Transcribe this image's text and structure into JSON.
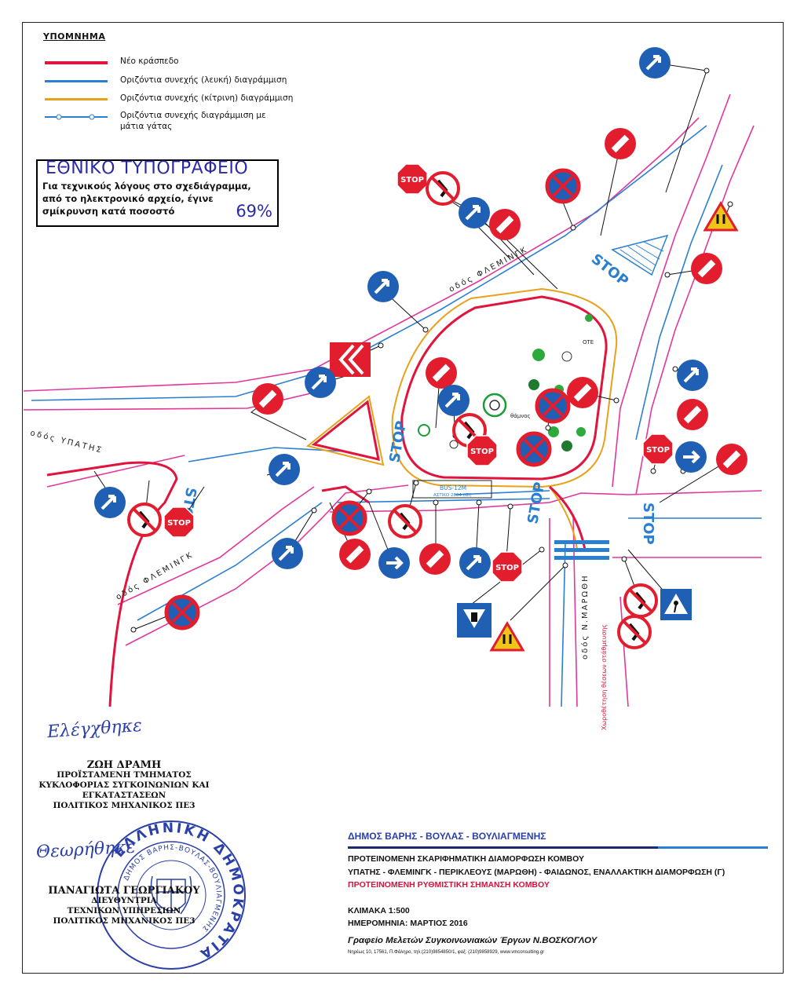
{
  "legend": {
    "title": "ΥΠΟΜΝΗΜΑ",
    "items": [
      {
        "label": "Νέο κράσπεδο",
        "color": "#e0143c"
      },
      {
        "label": "Οριζόντια συνεχής (λευκή) διαγράμμιση",
        "color": "#2b7fd0"
      },
      {
        "label": "Οριζόντια συνεχής (κίτρινη) διαγράμμιση",
        "color": "#e8a21a"
      },
      {
        "label": "Οριζόντια συνεχής διαγράμμιση με",
        "label2": "μάτια γάτας",
        "color": "#2b7fd0"
      }
    ]
  },
  "notice": {
    "title": "ΕΘΝΙΚΟ ΤΥΠΟΓΡΑΦΕΙΟ",
    "line1": "Για τεχνικούς λόγους στο σχεδιάγραμμα,",
    "line2": "από το ηλεκτρονικό αρχείο, έγινε",
    "line3": "σμίκρυνση κατά ποσοστό",
    "percent": "69%"
  },
  "map": {
    "street_flemingk_top": "οδός ΦΛΕΜΙΝΓΚ",
    "street_ypatis": "οδός ΥΠΑΤΗΣ",
    "street_flemingk_bottom": "οδός ΦΛΕΜΙΝΓΚ",
    "street_marothi": "οδός Ν.ΜΑΡΩΘΗ",
    "bus_label": "BUS-12M",
    "bus_sub": "ΑΣΤΙΚΟ 2804 (ΙΣΙ)",
    "ote": "ΟΤΕ",
    "thamnos": "θάμνος",
    "parking_note": "Χωροθέτηση θέσεων στάθμευσης",
    "stop": "STOP",
    "colors": {
      "curb": "#e0143c",
      "white_line": "#2b7fd0",
      "yellow_line": "#e8a21a",
      "road_edge": "#e0389c",
      "sign_blue": "#1f5fb4",
      "sign_red": "#e11d2e"
    }
  },
  "approvals": {
    "sig1_script": "Ελέγχθηκε",
    "sig1_name": "ΖΩΗ ΔΡΑΜΗ",
    "sig1_line1": "ΠΡΟΪΣΤΑΜΕΝΗ ΤΜΗΜΑΤΟΣ",
    "sig1_line2": "ΚΥΚΛΟΦΟΡΙΑΣ ΣΥΓΚΟΙΝΩΝΙΩΝ ΚΑΙ",
    "sig1_line3": "ΕΓΚΑΤΑΣΤΑΣΕΩΝ",
    "sig1_line4": "ΠΟΛΙΤΙΚΟΣ ΜΗΧΑΝΙΚΟΣ ΠΕ3",
    "sig2_script": "Θεωρήθηκε",
    "sig2_name": "ΠΑΝΑΓΙΩΤΑ ΓΕΩΡΓΙΑΚΟΥ",
    "sig2_line1": "ΔΙΕΥΘΥΝΤΡΙΑ",
    "sig2_line2": "ΤΕΧΝΙΚΩΝ ΥΠΗΡΕΣΙΩΝ",
    "sig2_line3": "ΠΟΛΙΤΙΚΟΣ ΜΗΧΑΝΙΚΟΣ ΠΕ3",
    "seal_outer": "ΕΛΛΗΝΙΚΗ ΔΗΜΟΚΡΑΤΙΑ",
    "seal_inner": "ΔΗΜΟΣ ΒΑΡΗΣ-ΒΟΥΛΑΣ-ΒΟΥΛΙΑΓΜΕΝΗΣ"
  },
  "titleblock": {
    "municipality": "ΔΗΜΟΣ ΒΑΡΗΣ - ΒΟΥΛΑΣ - ΒΟΥΛΙΑΓΜΕΝΗΣ",
    "line1": "ΠΡΟΤΕΙΝΟΜΕΝΗ ΣΚΑΡΙΦΗΜΑΤΙΚΗ ΔΙΑΜΟΡΦΩΣΗ ΚΟΜΒΟΥ",
    "line2": "ΥΠΑΤΗΣ - ΦΛΕΜΙΝΓΚ - ΠΕΡΙΚΛΕΟΥΣ (ΜΑΡΩΘΗ) - ΦΑΙΔΩΝΟΣ, ΕΝΑΛΛΑΚΤΙΚΗ ΔΙΑΜΟΡΦΩΣΗ (Γ)",
    "line3": "ΠΡΟΤΕΙΝΟΜΕΝΗ ΡΥΘΜΙΣΤΙΚΗ ΣΗΜΑΝΣΗ ΚΟΜΒΟΥ",
    "scale": "ΚΛΙΜΑΚΑ 1:500",
    "date": "ΗΜΕΡΟΜΗΝΙΑ: ΜΑΡΤΙΟΣ 2016",
    "office": "Γραφείο Μελετών Συγκοινωνιακών Έργων Ν.ΒΟΣΚΟΓΛΟΥ",
    "address": "Νηρέως 10, 17561, Π.Φάληρο, τηλ:(210)9854850/1, φαξ: (210)9858929,  www.vmconsulting.gr"
  }
}
